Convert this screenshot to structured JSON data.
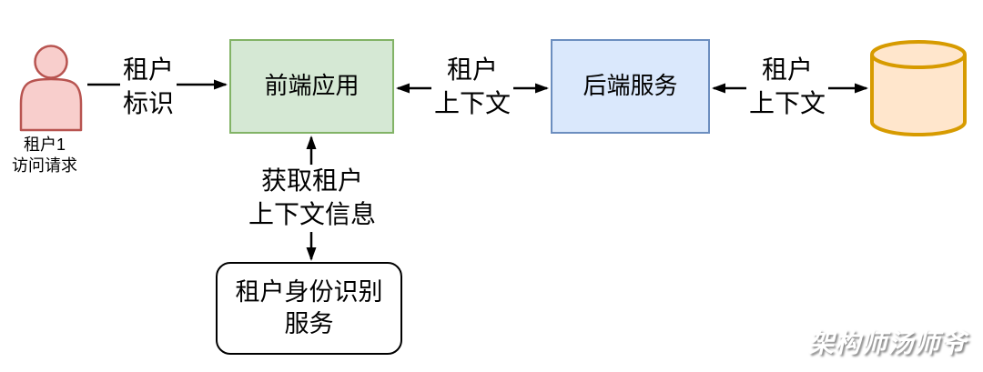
{
  "diagram": {
    "type": "architecture-flow",
    "background": "#ffffff"
  },
  "colors": {
    "user_fill": "#f8cecc",
    "user_stroke": "#b85450",
    "frontend_fill": "#d5e8d4",
    "frontend_stroke": "#82b366",
    "backend_fill": "#dae8fc",
    "backend_stroke": "#6c8ebf",
    "database_fill": "#ffe6cc",
    "database_stroke": "#d79b00",
    "identity_fill": "#ffffff",
    "identity_stroke": "#000000",
    "arrow": "#000000",
    "watermark_text": "#ffffff"
  },
  "nodes": {
    "user": {
      "icon": "person-icon",
      "line1": "租户1",
      "line2": "访问请求"
    },
    "frontend": {
      "label": "前端应用"
    },
    "backend": {
      "label": "后端服务"
    },
    "identity": {
      "line1": "租户身份识别",
      "line2": "服务"
    },
    "database": {
      "icon": "database-cylinder-icon"
    }
  },
  "edges": {
    "user_to_frontend": {
      "direction": "right",
      "line1": "租户",
      "line2": "标识"
    },
    "frontend_backend": {
      "direction": "both",
      "line1": "租户",
      "line2": "上下文"
    },
    "backend_database": {
      "direction": "both",
      "line1": "租户",
      "line2": "上下文"
    },
    "frontend_identity": {
      "direction": "both",
      "line1": "获取租户",
      "line2": "上下文信息"
    }
  },
  "watermark": {
    "text": "架构师汤师爷"
  }
}
